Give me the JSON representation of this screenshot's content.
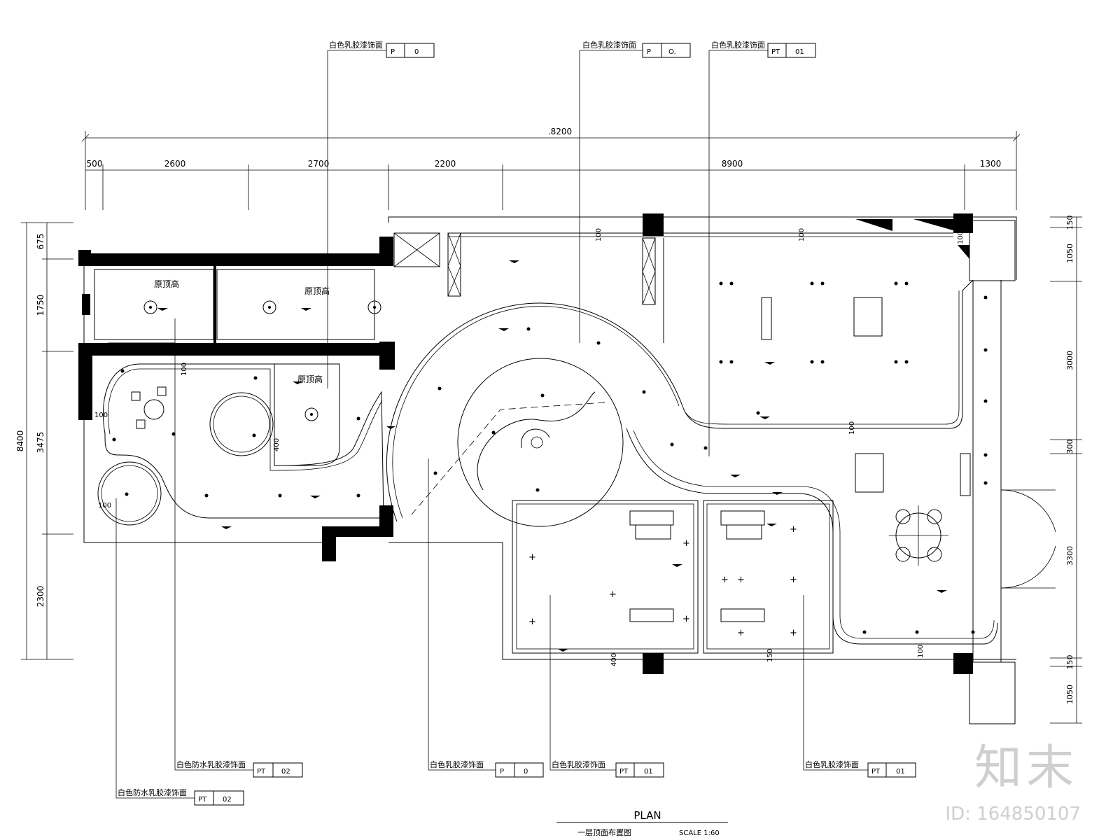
{
  "dimensions": {
    "overall": ".8200",
    "top_segments": [
      "500",
      "2600",
      "2700",
      "2200",
      "8900",
      "1300"
    ],
    "left_segments": [
      "675",
      "1750",
      "3475",
      "2300"
    ],
    "left_total": "8400",
    "right_segments": [
      "150",
      "1050",
      "3000",
      "300",
      "3300",
      "150",
      "1050"
    ]
  },
  "callouts_top": [
    {
      "label": "白色乳胶漆饰面",
      "code1": "P",
      "code2": "0"
    },
    {
      "label": "白色乳胶漆饰面",
      "code1": "P",
      "code2": "O."
    },
    {
      "label": "白色乳胶漆饰面",
      "code1": "PT",
      "code2": "01"
    }
  ],
  "callouts_bottom": [
    {
      "label": "白色防水乳胶漆饰面",
      "code1": "PT",
      "code2": "02"
    },
    {
      "label": "白色防水乳胶漆饰面",
      "code1": "PT",
      "code2": "02"
    },
    {
      "label": "白色乳胶漆饰面",
      "code1": "P",
      "code2": "0"
    },
    {
      "label": "白色乳胶漆饰面",
      "code1": "PT",
      "code2": "01"
    },
    {
      "label": "白色乳胶漆饰面",
      "code1": "PT",
      "code2": "01"
    }
  ],
  "room_labels": [
    "原顶高",
    "原顶高",
    "原顶高"
  ],
  "level_marks": [
    "100",
    "100",
    "100",
    "100",
    "400",
    "100",
    "400",
    "150",
    "100",
    "100",
    "100"
  ],
  "title": {
    "main": "PLAN",
    "sub": "一层顶面布置图",
    "scale": "SCALE 1:60"
  },
  "watermark": {
    "logo": "知末",
    "id": "ID: 164850107"
  }
}
